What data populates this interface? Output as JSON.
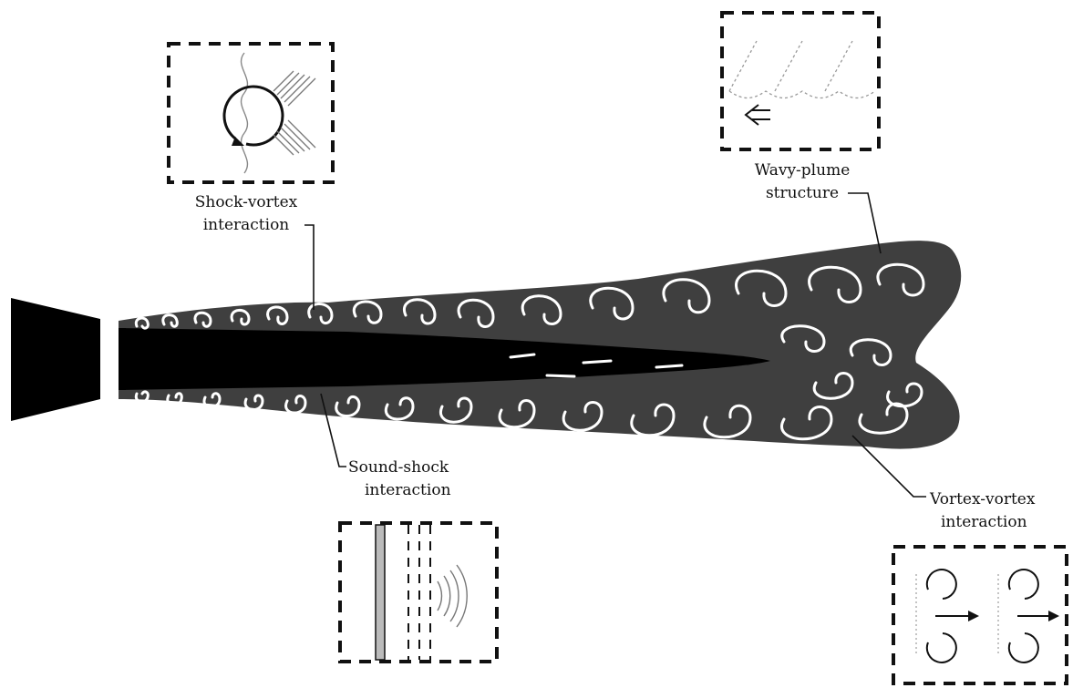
{
  "labels": {
    "shock_vortex": {
      "line1": "Shock-vortex",
      "line2": "interaction"
    },
    "wavy_plume": {
      "line1": "Wavy-plume",
      "line2": "structure"
    },
    "sound_shock": {
      "line1": "Sound-shock",
      "line2": "interaction"
    },
    "vortex_vortex": {
      "line1": "Vortex-vortex",
      "line2": "interaction"
    }
  },
  "colors": {
    "nozzle": "#000000",
    "jet_core": "#000000",
    "plume": "#3f3f3f",
    "swirl": "#ffffff",
    "frame": "#111111"
  },
  "icons": [
    "nozzle-icon",
    "vortex-icon",
    "sound-wave-icon",
    "shock-wave-icon",
    "arrow-left-icon",
    "arrow-right-icon"
  ]
}
